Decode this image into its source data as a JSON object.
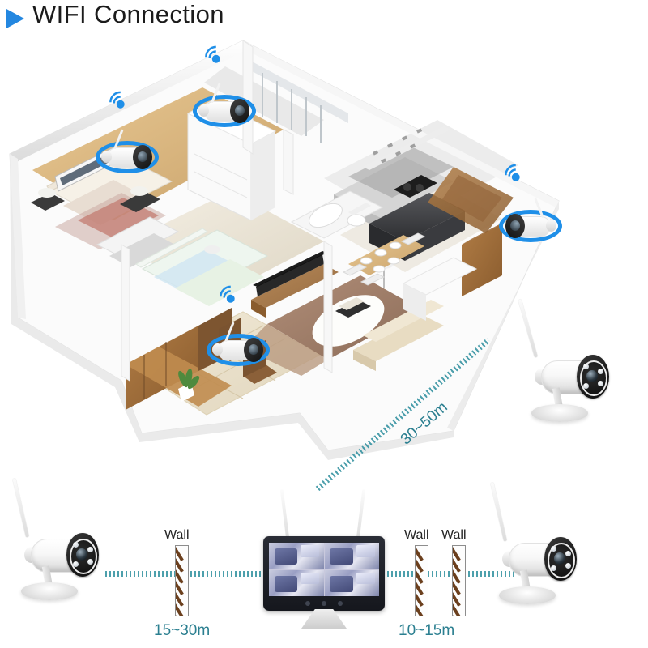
{
  "header": {
    "title": "WIFI Connection",
    "play_icon": "play-triangle-icon",
    "accent_color": "#2487e0"
  },
  "diagram": {
    "type": "wifi-camera-coverage-diagram",
    "subject": "Wireless NVR kit WiFi connection range and wall penetration",
    "accent_line_color": "#2e8f9e",
    "wifi_arc_color": "#1f8fe8"
  },
  "floorplan": {
    "label": "3d-isometric-apartment-floorplan",
    "rooms": [
      "master-bedroom",
      "second-bedroom",
      "balcony",
      "bathroom",
      "kitchen",
      "dining-area",
      "living-room",
      "terrace",
      "entry-hall"
    ],
    "indoor_cameras": [
      {
        "id": "cam-bedroom-left",
        "facing": "right",
        "wifi": true
      },
      {
        "id": "cam-balcony-top",
        "facing": "right",
        "wifi": true
      },
      {
        "id": "cam-living-room",
        "facing": "right",
        "wifi": true
      },
      {
        "id": "cam-entry-right",
        "facing": "left",
        "wifi": true
      }
    ]
  },
  "links": [
    {
      "id": "link-nvr-to-outdoor-camera",
      "distance_label": "30~50m",
      "obstacles": 0,
      "style": "diagonal-dashed"
    },
    {
      "id": "link-nvr-to-left-camera",
      "distance_label": "15~30m",
      "obstacles": 1,
      "style": "horizontal-dashed"
    },
    {
      "id": "link-nvr-to-right-camera",
      "distance_label": "10~15m",
      "obstacles": 2,
      "style": "horizontal-dashed"
    }
  ],
  "walls": [
    {
      "id": "wall-left",
      "label": "Wall"
    },
    {
      "id": "wall-right-inner",
      "label": "Wall"
    },
    {
      "id": "wall-right-outer",
      "label": "Wall"
    }
  ],
  "cameras": [
    {
      "id": "camera-top-right",
      "type": "bullet-wifi-camera",
      "facing": "right"
    },
    {
      "id": "camera-bottom-left",
      "type": "bullet-wifi-camera",
      "facing": "right"
    },
    {
      "id": "camera-bottom-right",
      "type": "bullet-wifi-camera",
      "facing": "right"
    }
  ],
  "nvr": {
    "id": "wireless-nvr-monitor",
    "screen_layout": "4-split-view",
    "antennas": 2,
    "channels": [
      "channel-1",
      "channel-2",
      "channel-3",
      "channel-4"
    ]
  }
}
